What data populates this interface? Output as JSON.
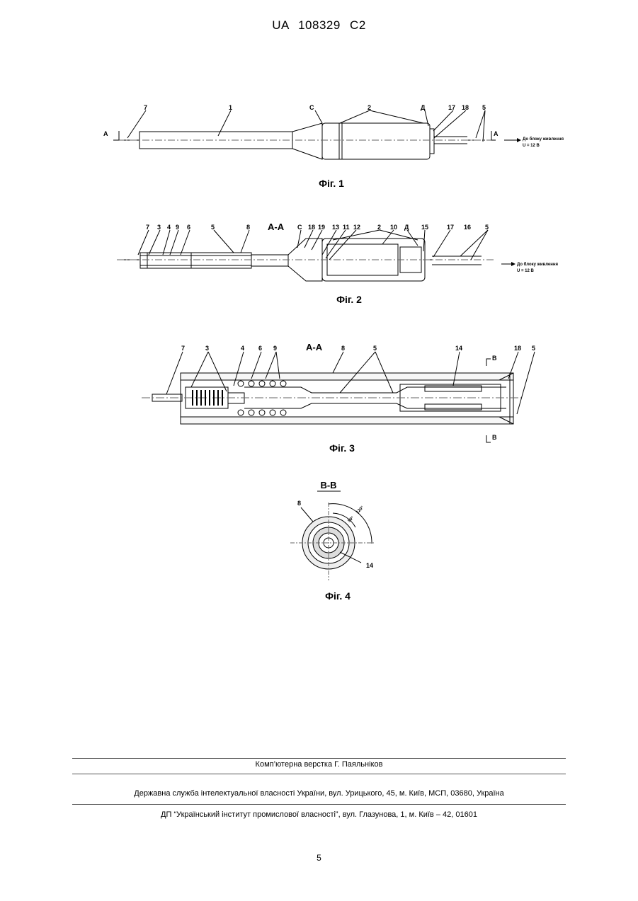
{
  "header": {
    "doc_id": "UA   108329   C2"
  },
  "fig1": {
    "caption": "Фіг. 1",
    "labels": {
      "l7": "7",
      "l1": "1",
      "lC": "С",
      "l2": "2",
      "lD": "Д",
      "l17": "17",
      "l18": "18",
      "l5": "5"
    },
    "section_mark": "А",
    "power_note_1": "До блоку живлення",
    "power_note_2": "U = 12 В"
  },
  "fig2": {
    "caption": "Фіг. 2",
    "section_title": "А-А",
    "labels": {
      "l7": "7",
      "l3": "3",
      "l4": "4",
      "l9": "9",
      "l6": "6",
      "l5": "5",
      "l8": "8",
      "lC": "С",
      "l18": "18",
      "l19": "19",
      "l13": "13",
      "l11": "11",
      "l12": "12",
      "l2": "2",
      "l10": "10",
      "lD": "Д",
      "l15": "15",
      "l17": "17",
      "l16": "16",
      "l5b": "5"
    },
    "power_note_1": "До блоку живлення",
    "power_note_2": "U = 12 В"
  },
  "fig3": {
    "caption": "Фіг. 3",
    "section_title": "А-А",
    "labels": {
      "l7": "7",
      "l3": "3",
      "l4": "4",
      "l6": "6",
      "l9": "9",
      "l8": "8",
      "l5": "5",
      "l14": "14",
      "l18": "18",
      "l5b": "5"
    },
    "section_mark": "В"
  },
  "fig4": {
    "caption": "Фіг. 4",
    "section_title": "В-В",
    "labels": {
      "l8": "8",
      "l14": "14"
    },
    "angle_120": "120°",
    "angle_90": "90°"
  },
  "footer": {
    "layout": "Комп’ютерна верстка Г. Паяльніков",
    "office": "Державна служба інтелектуальної власності України, вул. Урицького, 45, м. Київ, МСП, 03680, Україна",
    "institute": "ДП “Український інститут промислової власності”, вул. Глазунова, 1, м. Київ – 42, 01601",
    "page_number": "5"
  }
}
